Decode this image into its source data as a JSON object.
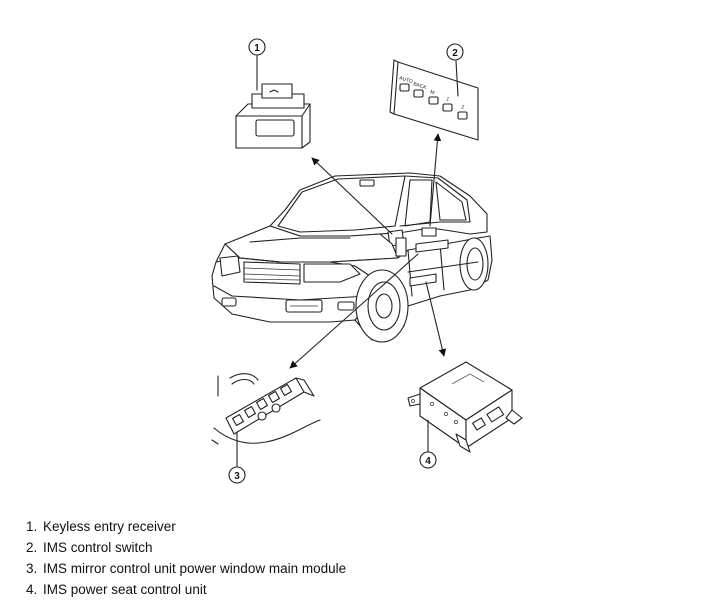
{
  "callouts": {
    "c1": "1",
    "c2": "2",
    "c3": "3",
    "c4": "4"
  },
  "switch_labels": [
    "AUTO",
    "BACK",
    "M",
    "1",
    "2"
  ],
  "legend": [
    {
      "num": "1.",
      "text": "Keyless entry receiver"
    },
    {
      "num": "2.",
      "text": "IMS control switch"
    },
    {
      "num": "3.",
      "text": "IMS mirror control unit power window main module"
    },
    {
      "num": "4.",
      "text": "IMS power seat control unit"
    }
  ]
}
